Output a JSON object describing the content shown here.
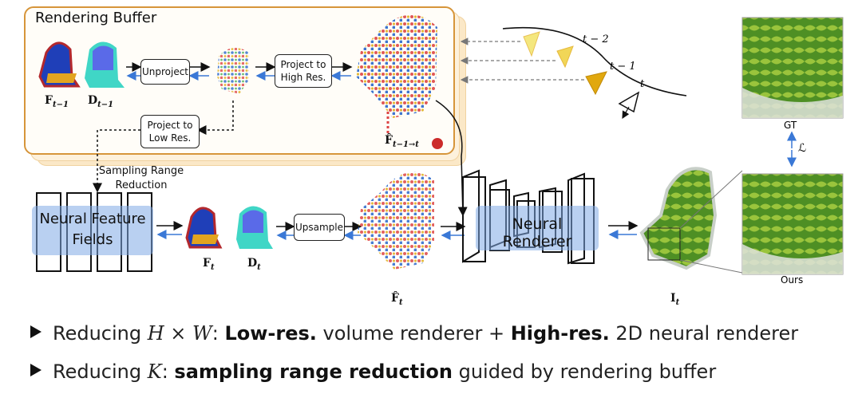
{
  "buffer": {
    "title": "Rendering Buffer"
  },
  "boxes": {
    "unproject": "Unproject",
    "project_high_l1": "Project to",
    "project_high_l2": "High Res.",
    "project_low_l1": "Project to",
    "project_low_l2": "Low Res.",
    "upsample": "Upsample"
  },
  "labels": {
    "f_prev": "F",
    "f_prev_sub": "t−1",
    "d_prev": "D",
    "d_prev_sub": "t−1",
    "f_hat_prev": "F̂",
    "f_hat_prev_sub": "t−1→t",
    "f_t": "F",
    "f_t_sub": "t",
    "d_t": "D",
    "d_t_sub": "t",
    "f_hat_t": "F̂",
    "f_hat_t_sub": "t",
    "i_t": "I",
    "i_t_sub": "t"
  },
  "sampling": {
    "line1": "Sampling Range",
    "line2": "Reduction"
  },
  "nff": {
    "line1": "Neural Feature",
    "line2": "Fields"
  },
  "renderer": {
    "label": "Neural Renderer"
  },
  "trajectory": {
    "t2": "t − 2",
    "t1": "t − 1",
    "t": "t"
  },
  "compare": {
    "gt": "GT",
    "loss": "ℒ",
    "ours": "Ours"
  },
  "bullets": {
    "b1_a": "Reducing ",
    "b1_math": "H × W",
    "b1_b": ": ",
    "b1_bold1": "Low-res.",
    "b1_c": " volume renderer + ",
    "b1_bold2": "High-res.",
    "b1_d": " 2D neural renderer",
    "b2_a": "Reducing ",
    "b2_math": "K",
    "b2_b": ": ",
    "b2_bold": "sampling range reduction",
    "b2_c": " guided by rendering buffer"
  },
  "colors": {
    "buffer_border": "#d6953a",
    "highlight": "#7faae6",
    "arrow_blue": "#3a78d6",
    "camera": "#e1a80e"
  }
}
